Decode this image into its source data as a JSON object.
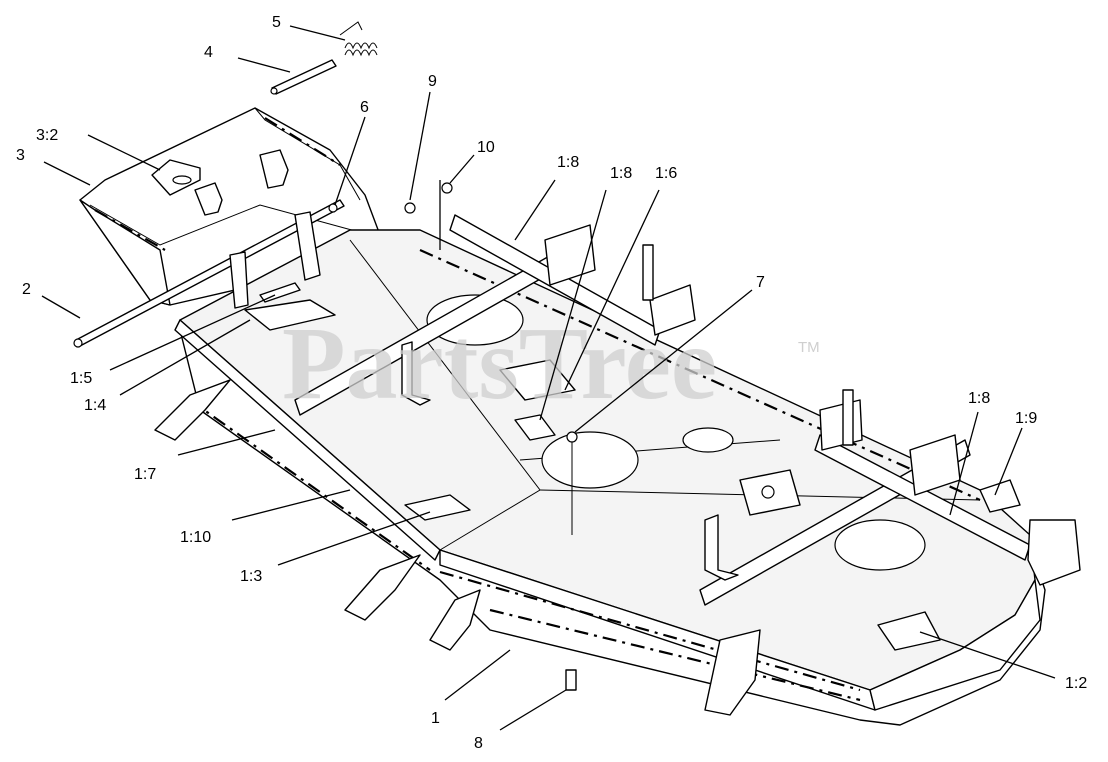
{
  "watermark": {
    "text": "PartsTree",
    "tm": "TM"
  },
  "callouts": [
    {
      "id": "c5",
      "label": "5"
    },
    {
      "id": "c4",
      "label": "4"
    },
    {
      "id": "c9",
      "label": "9"
    },
    {
      "id": "c6",
      "label": "6"
    },
    {
      "id": "c10",
      "label": "10"
    },
    {
      "id": "c3-2",
      "label": "3:2"
    },
    {
      "id": "c3",
      "label": "3"
    },
    {
      "id": "c1-8a",
      "label": "1:8"
    },
    {
      "id": "c1-8b",
      "label": "1:8"
    },
    {
      "id": "c1-6",
      "label": "1:6"
    },
    {
      "id": "c2",
      "label": "2"
    },
    {
      "id": "c7",
      "label": "7"
    },
    {
      "id": "c1-5",
      "label": "1:5"
    },
    {
      "id": "c1-4",
      "label": "1:4"
    },
    {
      "id": "c1-7",
      "label": "1:7"
    },
    {
      "id": "c1-8c",
      "label": "1:8"
    },
    {
      "id": "c1-9",
      "label": "1:9"
    },
    {
      "id": "c1-10",
      "label": "1:10"
    },
    {
      "id": "c1-3",
      "label": "1:3"
    },
    {
      "id": "c1",
      "label": "1"
    },
    {
      "id": "c8",
      "label": "8"
    },
    {
      "id": "c1-2",
      "label": "1:2"
    }
  ]
}
